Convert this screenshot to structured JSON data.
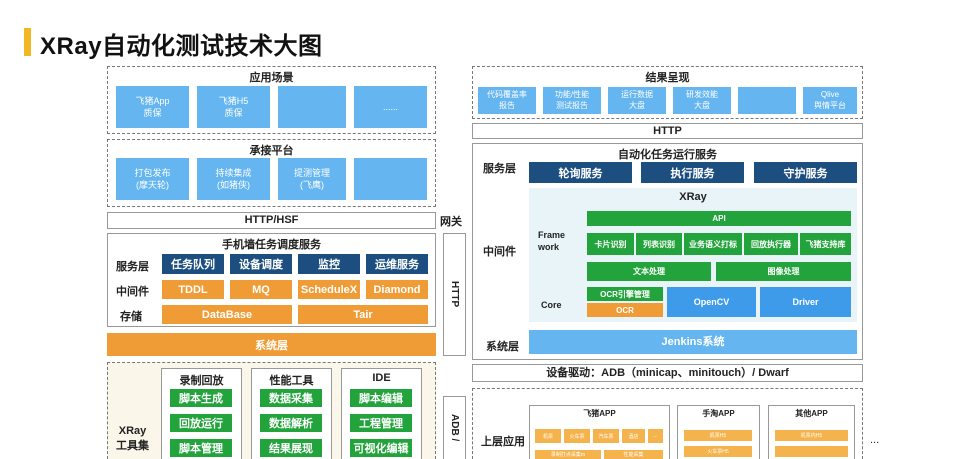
{
  "title": "XRay自动化测试技术大图",
  "left": {
    "app_scenes": {
      "header": "应用场景",
      "items": [
        "飞猪App\n质保",
        "飞猪H5\n质保",
        "",
        "......"
      ]
    },
    "platforms": {
      "header": "承接平台",
      "items": [
        "打包发布\n(摩天轮)",
        "持续集成\n(如猪侠)",
        "提测管理\n(飞鹰)",
        ""
      ]
    },
    "http_hsf": "HTTP/HSF",
    "gateway": "网关",
    "http_vertical": "HTTP",
    "scheduler": {
      "header": "手机墙任务调度服务",
      "service_label": "服务层",
      "services": [
        "任务队列",
        "设备调度",
        "监控",
        "运维服务"
      ],
      "middleware_label": "中间件",
      "middleware": [
        "TDDL",
        "MQ",
        "ScheduleX",
        "Diamond"
      ],
      "storage_label": "存储",
      "storage": [
        "DataBase",
        "Tair"
      ]
    },
    "system_layer": "系统层",
    "toolset": {
      "label": "XRay\n工具集",
      "groups": [
        {
          "header": "录制回放",
          "items": [
            "脚本生成",
            "回放运行",
            "脚本管理"
          ]
        },
        {
          "header": "性能工具",
          "items": [
            "数据采集",
            "数据解析",
            "结果展现"
          ]
        },
        {
          "header": "IDE",
          "items": [
            "脚本编辑",
            "工程管理",
            "可视化编辑"
          ]
        }
      ]
    },
    "adb_vertical": "ADB /"
  },
  "right": {
    "results": {
      "header": "结果呈现",
      "items": [
        "代码覆盖率\n报告",
        "功能/性能\n测试报告",
        "运行数据\n大盘",
        "研发效能\n大盘",
        "",
        "Qlive\n舆情平台"
      ]
    },
    "http": "HTTP",
    "auto_service": {
      "header": "自动化任务运行服务",
      "service_label": "服务层",
      "services": [
        "轮询服务",
        "执行服务",
        "守护服务"
      ],
      "middleware_label": "中间件",
      "xray_title": "XRay",
      "framework_label": "Frame\nwork",
      "api": "API",
      "framework_items": [
        "卡片识别",
        "列表识别",
        "业务语义打标",
        "回放执行器",
        "飞猪支持库"
      ],
      "text_processing": "文本处理",
      "image_processing": "图像处理",
      "core_label": "Core",
      "ocr_engine": "OCR引擎管理",
      "ocr": "OCR",
      "opencv": "OpenCV",
      "driver": "Driver",
      "system_label": "系统层",
      "jenkins": "Jenkins系统"
    },
    "device_driver": "设备驱动：ADB（minicap、minitouch）/ Dwarf",
    "upper_app": {
      "label": "上层应用",
      "feizhu": {
        "header": "飞猪APP",
        "items": [
          "机票",
          "火车票",
          "汽车票",
          "酒店",
          "...",
          "录制打点采集m",
          "性能采集"
        ]
      },
      "shoutao": {
        "header": "手淘APP",
        "items": [
          "机票H5",
          "火车票H5"
        ]
      },
      "other": {
        "header": "其他APP",
        "items": [
          "机票内H5"
        ]
      },
      "more": "..."
    }
  },
  "colors": {
    "light_blue": "#64b5f0",
    "dark_blue": "#1c4f80",
    "orange": "#f09c36",
    "green": "#23a33b",
    "accent": "#f2b824"
  }
}
